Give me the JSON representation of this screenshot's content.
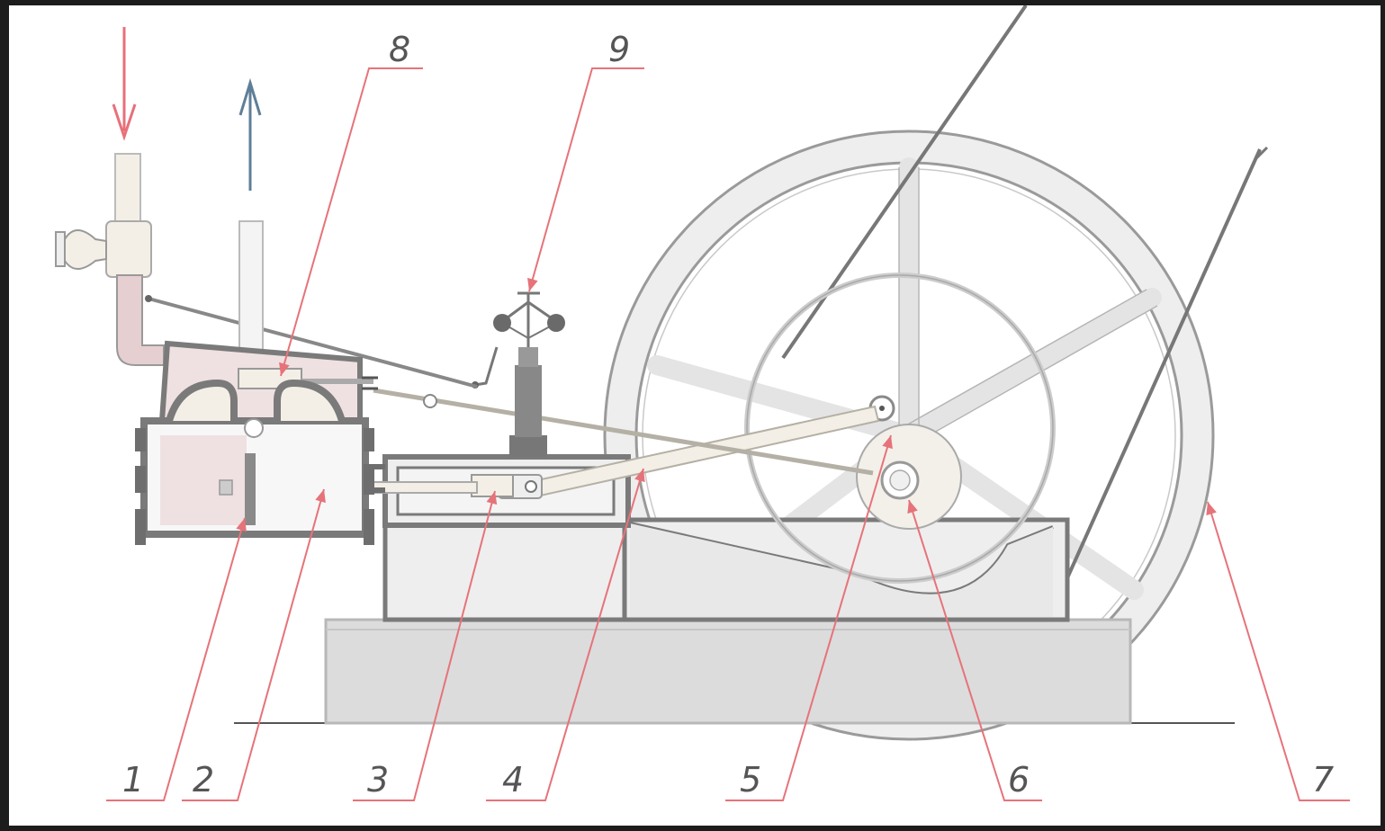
{
  "diagram": {
    "callouts": [
      {
        "id": "1",
        "label": "1"
      },
      {
        "id": "2",
        "label": "2"
      },
      {
        "id": "3",
        "label": "3"
      },
      {
        "id": "4",
        "label": "4"
      },
      {
        "id": "5",
        "label": "5"
      },
      {
        "id": "6",
        "label": "6"
      },
      {
        "id": "7",
        "label": "7"
      },
      {
        "id": "8",
        "label": "8"
      },
      {
        "id": "9",
        "label": "9"
      }
    ],
    "colors": {
      "callout_line": "#e6737a",
      "steam_in_arrow": "#e8707a",
      "exhaust_arrow": "#5f7f98",
      "outline": "#6e6e6e",
      "steam_fill": "#f1dfe0",
      "light_fill": "#eeeeee"
    }
  }
}
